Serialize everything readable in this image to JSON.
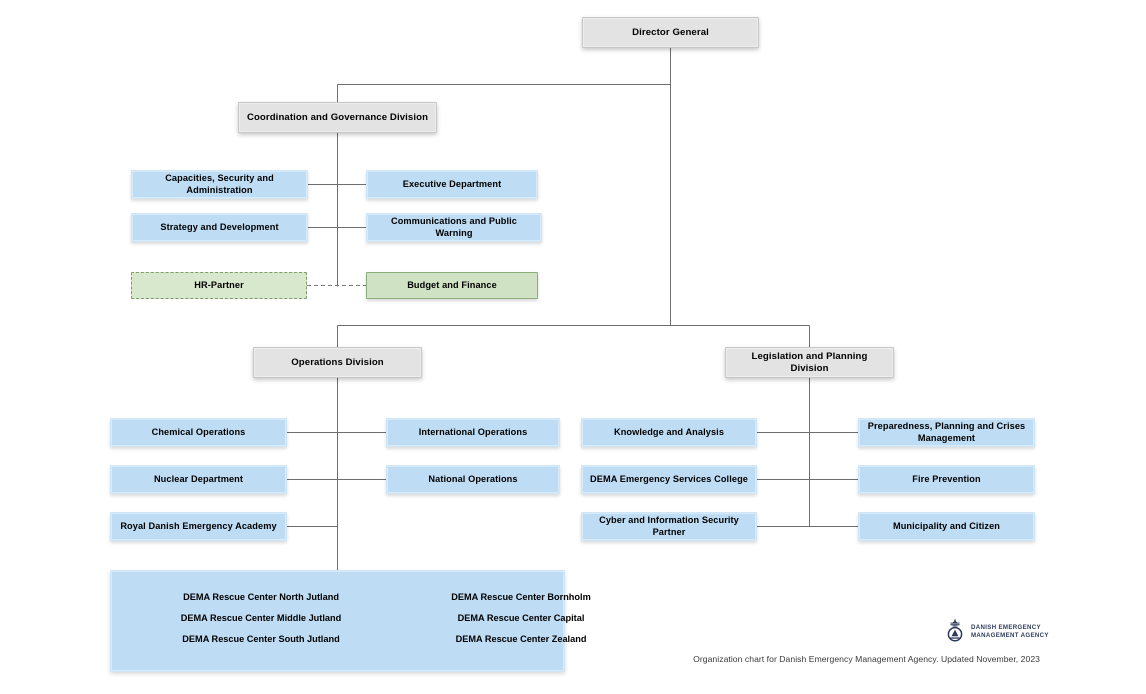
{
  "chart": {
    "title": "Organization chart for Danish Emergency Management Agency",
    "root": {
      "label": "Director General"
    },
    "divisions": [
      {
        "label": "Coordination and Governance Division"
      },
      {
        "label": "Operations Division"
      },
      {
        "label": "Legislation and Planning Division"
      }
    ],
    "coordination_units": [
      {
        "label": "Capacities, Security and Administration",
        "style": "blue"
      },
      {
        "label": "Executive Department",
        "style": "blue"
      },
      {
        "label": "Strategy and Development",
        "style": "blue"
      },
      {
        "label": "Communications and Public Warning",
        "style": "blue"
      },
      {
        "label": "HR-Partner",
        "style": "green-dashed"
      },
      {
        "label": "Budget and Finance",
        "style": "green"
      }
    ],
    "operations_units": [
      {
        "label": "Chemical Operations",
        "style": "blue"
      },
      {
        "label": "International Operations",
        "style": "blue"
      },
      {
        "label": "Nuclear Department",
        "style": "blue"
      },
      {
        "label": "National Operations",
        "style": "blue"
      },
      {
        "label": "Royal Danish Emergency Academy",
        "style": "blue"
      }
    ],
    "legislation_units": [
      {
        "label": "Knowledge and Analysis",
        "style": "blue"
      },
      {
        "label": "Preparedness, Planning and Crises Management",
        "style": "blue"
      },
      {
        "label": "DEMA Emergency Services College",
        "style": "blue"
      },
      {
        "label": "Fire Prevention",
        "style": "blue"
      },
      {
        "label": "Cyber and Information Security Partner",
        "style": "blue"
      },
      {
        "label": "Municipality and Citizen",
        "style": "blue"
      }
    ],
    "rescue_centers": {
      "left_column": [
        "DEMA Rescue Center North Jutland",
        "DEMA Rescue Center Middle Jutland",
        "DEMA Rescue Center South Jutland"
      ],
      "right_column": [
        "DEMA Rescue Center Bornholm",
        "DEMA Rescue Center Capital",
        "DEMA Rescue Center Zealand"
      ]
    }
  },
  "footer": {
    "caption": "Organization chart for Danish Emergency Management Agency. Updated November, 2023",
    "logo_line1": "DANISH EMERGENCY",
    "logo_line2": "MANAGEMENT AGENCY"
  },
  "colors": {
    "box_gray": "#e3e3e3",
    "box_blue": "#bedcf4",
    "box_green": "#cfe3c4",
    "box_green_dashed": "#d8e8cd",
    "connector": "#6e6e6e",
    "logo_navy": "#2e3a5c"
  }
}
